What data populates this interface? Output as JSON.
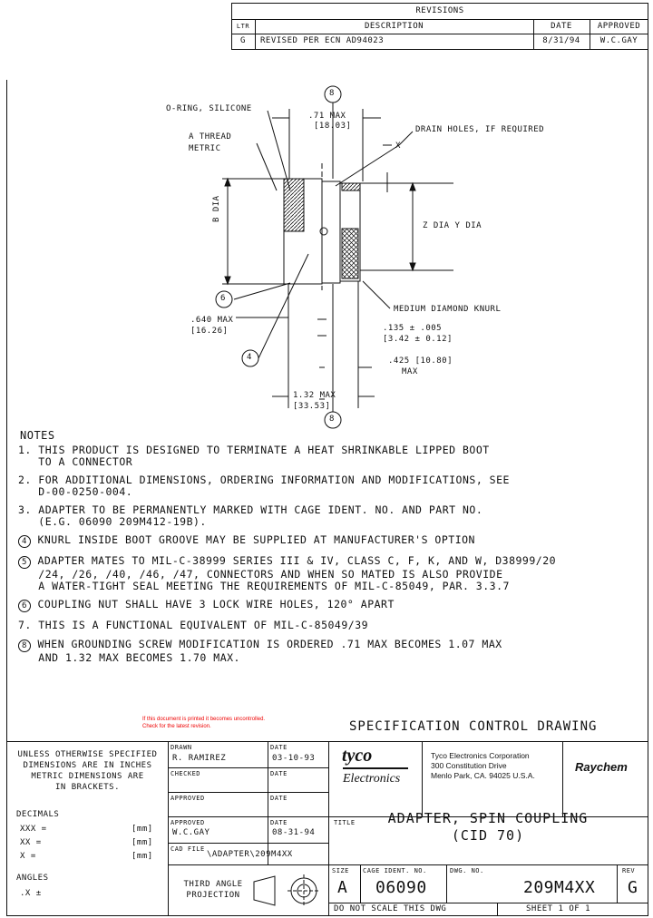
{
  "revisions": {
    "header": "REVISIONS",
    "columns": [
      "LTR",
      "DESCRIPTION",
      "DATE",
      "APPROVED"
    ],
    "rows": [
      {
        "ltr": "G",
        "description": "REVISED PER ECN AD94023",
        "date": "8/31/94",
        "approved": "W.C.GAY"
      }
    ]
  },
  "drawing": {
    "labels": {
      "oring": "O-RING, SILICONE",
      "athread": "A THREAD",
      "metric": "METRIC",
      "b_dia": "B DIA",
      "dim71": ".71  MAX",
      "dim71mm": "[18.03]",
      "drain": "DRAIN HOLES, IF REQUIRED",
      "x": "X",
      "zdia": "Z DIA  Y DIA",
      "knurl": "MEDIUM DIAMOND KNURL",
      "dim640": ".640 MAX",
      "dim640mm": "[16.26]",
      "dim135": ".135 ± .005",
      "dim135mm": "[3.42 ± 0.12]",
      "dim425": ".425 [10.80]",
      "dim425b": "MAX",
      "dim132": "1.32  MAX",
      "dim132mm": "[33.53]"
    },
    "callouts": {
      "c6": "6",
      "c4": "4",
      "c8top": "8",
      "c8bot": "8"
    }
  },
  "notes": {
    "title": "NOTES",
    "items": [
      {
        "num": "1.",
        "lines": [
          "THIS PRODUCT IS DESIGNED TO TERMINATE A HEAT SHRINKABLE LIPPED BOOT",
          "   TO A CONNECTOR"
        ]
      },
      {
        "num": "2.",
        "lines": [
          "FOR ADDITIONAL DIMENSIONS, ORDERING INFORMATION AND MODIFICATIONS, SEE",
          "   D-00-0250-004."
        ]
      },
      {
        "num": "3.",
        "lines": [
          "ADAPTER TO BE PERMANENTLY MARKED WITH CAGE IDENT. NO. AND PART NO.",
          "   (E.G. 06090 209M412-19B)."
        ]
      },
      {
        "num": "4",
        "lines": [
          "KNURL INSIDE BOOT GROOVE MAY BE SUPPLIED AT MANUFACTURER'S OPTION"
        ]
      },
      {
        "num": "5",
        "lines": [
          "ADAPTER MATES TO MIL-C-38999 SERIES III & IV, CLASS C, F, K, AND W, D38999/20",
          "   /24, /26, /40, /46, /47, CONNECTORS AND WHEN SO MATED IS ALSO PROVIDE",
          "   A WATER-TIGHT SEAL MEETING THE REQUIREMENTS OF MIL-C-85049, PAR. 3.3.7"
        ]
      },
      {
        "num": "6",
        "lines": [
          "COUPLING NUT SHALL HAVE 3 LOCK WIRE HOLES, 120° APART"
        ]
      },
      {
        "num": "7.",
        "lines": [
          "THIS IS A FUNCTIONAL EQUIVALENT OF MIL-C-85049/39"
        ]
      },
      {
        "num": "8",
        "lines": [
          "WHEN GROUNDING SCREW MODIFICATION IS ORDERED .71 MAX BECOMES 1.07 MAX",
          "   AND 1.32 MAX BECOMES 1.70 MAX."
        ]
      }
    ]
  },
  "warning": {
    "line1": "If this document is printed it becomes uncontrolled.",
    "line2": "Check for the latest revision."
  },
  "title_banner": "SPECIFICATION CONTROL DRAWING",
  "tolerance_block": {
    "lines": [
      "UNLESS OTHERWISE SPECIFIED",
      "DIMENSIONS ARE IN INCHES",
      "METRIC DIMENSIONS ARE",
      "IN BRACKETS."
    ],
    "decimals": "DECIMALS",
    "xxx": "XXX =",
    "xx": "XX =",
    "x": "X =",
    "mm": "[mm]",
    "angles": "ANGLES",
    "angx": ".X   ±"
  },
  "signoff": {
    "drawn_label": "DRAWN",
    "drawn": "R. RAMIREZ",
    "drawn_date_label": "DATE",
    "drawn_date": "03-10-93",
    "checked_label": "CHECKED",
    "checked_date_label": "DATE",
    "approved1_label": "APPROVED",
    "approved1_date_label": "DATE",
    "approved2_label": "APPROVED",
    "approved2": "W.C.GAY",
    "approved2_date_label": "DATE",
    "approved2_date": "08-31-94",
    "cad_label": "CAD FILE",
    "cad": "\\ADAPTER\\209M4XX"
  },
  "projection": {
    "line1": "THIRD ANGLE",
    "line2": "PROJECTION"
  },
  "company": {
    "logo_top": "tyco",
    "logo_bottom": "Electronics",
    "name": "Tyco Electronics Corporation",
    "address1": "300 Constitution Drive",
    "address2": "Menlo Park, CA. 94025 U.S.A.",
    "brand": "Raychem"
  },
  "title_block": {
    "title_label": "TITLE",
    "title1": "ADAPTER, SPIN COUPLING",
    "title2": "(CID 70)",
    "size_label": "SIZE",
    "size": "A",
    "cage_label": "CAGE IDENT. NO.",
    "cage": "06090",
    "dwg_label": "DWG. NO.",
    "dwg": "209M4XX",
    "rev_label": "REV",
    "rev": "G",
    "no_scale": "DO NOT SCALE THIS DWG",
    "sheet": "SHEET 1 OF 1"
  }
}
